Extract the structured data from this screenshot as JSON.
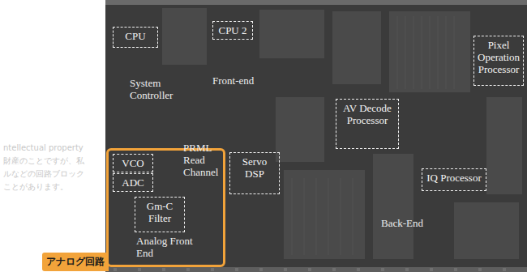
{
  "diagram": {
    "nodes": [
      {
        "text": [
          "CPU"
        ]
      },
      {
        "text": [
          "CPU 2"
        ]
      },
      {
        "text": [
          "Pixel Operation Processor"
        ]
      },
      {
        "text": [
          "AV Decode Processor"
        ]
      },
      {
        "text": [
          "アナログ回路"
        ]
      },
      {
        "text": [
          "VCO"
        ],
        "in": 4
      },
      {
        "text": [
          "ADC"
        ],
        "in": 4
      },
      {
        "text": [
          "Servo DSP"
        ]
      },
      {
        "text": [
          "IQ Processor"
        ]
      },
      {
        "text": [
          "Gm-C Filter"
        ],
        "in": 4
      }
    ],
    "labels": [
      "System Controller",
      "Front-end",
      "PRML Read Channel",
      "Analog Front End",
      "Back-End",
      "ntellectual property",
      "財産のことですが、私",
      "ルなどの回路ブロック",
      "ことがあります。"
    ]
  }
}
